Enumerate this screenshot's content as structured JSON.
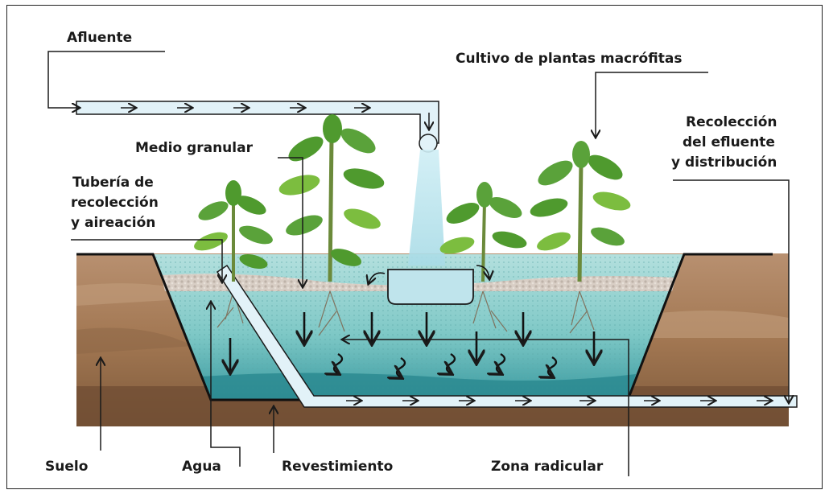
{
  "labels": {
    "afluente": "Afluente",
    "cultivo": "Cultivo de plantas macrófitas",
    "recoleccion_1": "Recolección",
    "recoleccion_2": "del efluente",
    "recoleccion_3": "y distribución",
    "medio_granular": "Medio granular",
    "tuberia_1": "Tubería de",
    "tuberia_2": "recolección",
    "tuberia_3": "y aireación",
    "suelo": "Suelo",
    "agua": "Agua",
    "revestimiento": "Revestimiento",
    "zona_radicular": "Zona radicular"
  },
  "colors": {
    "soil": "#a47a55",
    "soil_dark": "#6b4a31",
    "water": "#8fcfcf",
    "water_deep": "#2f8f95",
    "gravel": "#d9cfc6",
    "pipe": "#dff1f7",
    "leaf": "#4f9a2e",
    "leaf_light": "#7cbd3f"
  }
}
